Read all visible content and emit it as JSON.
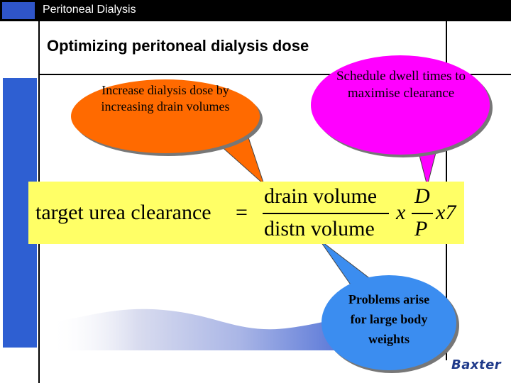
{
  "header": {
    "title": "Peritoneal Dialysis"
  },
  "slide": {
    "title": "Optimizing peritoneal dialysis dose"
  },
  "callouts": {
    "drain": "Increase dialysis dose by increasing drain volumes",
    "dwell": "Schedule dwell times to maximise clearance",
    "problems": "Problems arise for large body weights"
  },
  "formula": {
    "lhs": "target urea clearance",
    "equals": "=",
    "numerator": "drain volume",
    "denominator": "distn volume",
    "times1": "x",
    "d": "D",
    "p": "P",
    "times2": "x7"
  },
  "logo": {
    "text": "Baxter"
  },
  "colors": {
    "header_bg": "#000000",
    "accent_blue": "#2e5fd2",
    "drain_bubble": "#ff6a00",
    "dwell_bubble": "#ff00ff",
    "problems_bubble": "#3b8df0",
    "formula_bg": "#ffff66"
  }
}
